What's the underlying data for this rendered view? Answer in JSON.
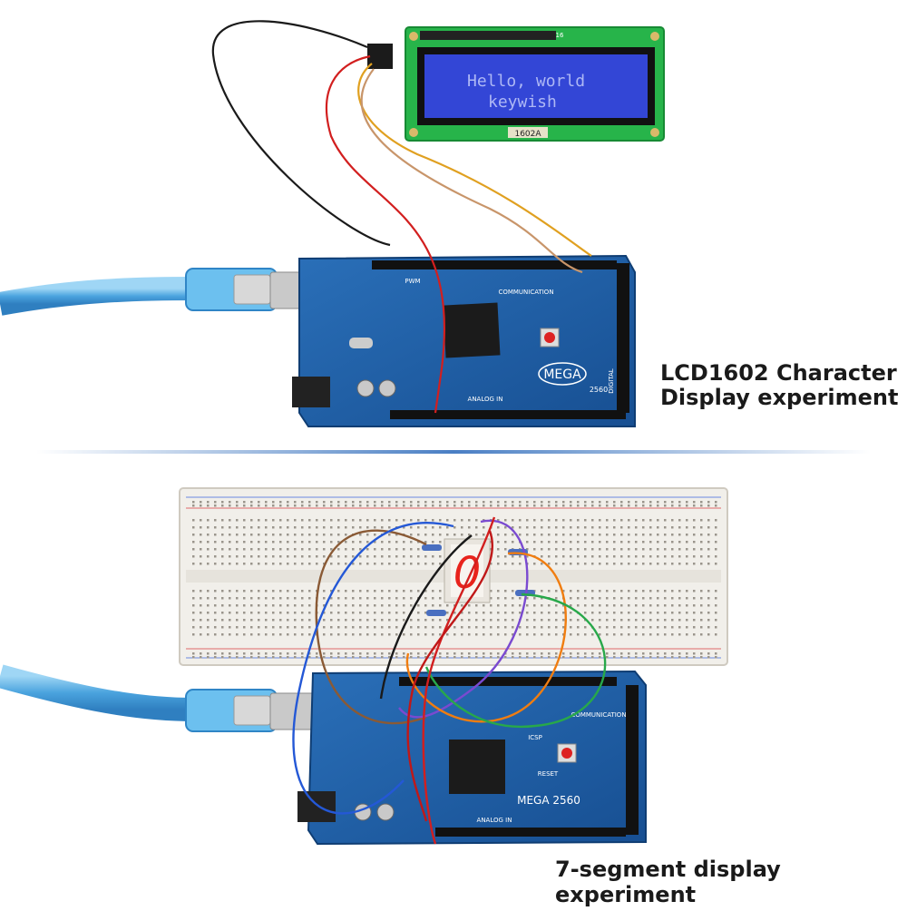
{
  "captions": {
    "top_line1": "LCD1602 Character",
    "top_line2": "Display experiment",
    "bottom": "7-segment display experiment"
  },
  "lcd": {
    "line1": "Hello, world",
    "line2": "keywish",
    "model_label": "1602A",
    "pin_count_label": "16"
  },
  "board_top": {
    "logo": "MEGA",
    "model": "2560",
    "label_communication": "COMMUNICATION",
    "label_analog": "ANALOG IN",
    "label_pwm": "PWM",
    "label_digital": "DIGITAL"
  },
  "board_bottom": {
    "logo": "MEGA 2560",
    "label_communication": "COMMUNICATION",
    "label_analog": "ANALOG IN",
    "label_reset": "RESET",
    "label_icsp": "ICSP"
  },
  "seven_segment": {
    "digit": "0"
  },
  "colors": {
    "board_blue": "#1d5fa8",
    "lcd_screen": "#3346d6",
    "lcd_pcb": "#27b44a",
    "usb_cable": "#5fb3e6",
    "divider": "#4a7fc4",
    "segment_red": "#e8231c"
  }
}
